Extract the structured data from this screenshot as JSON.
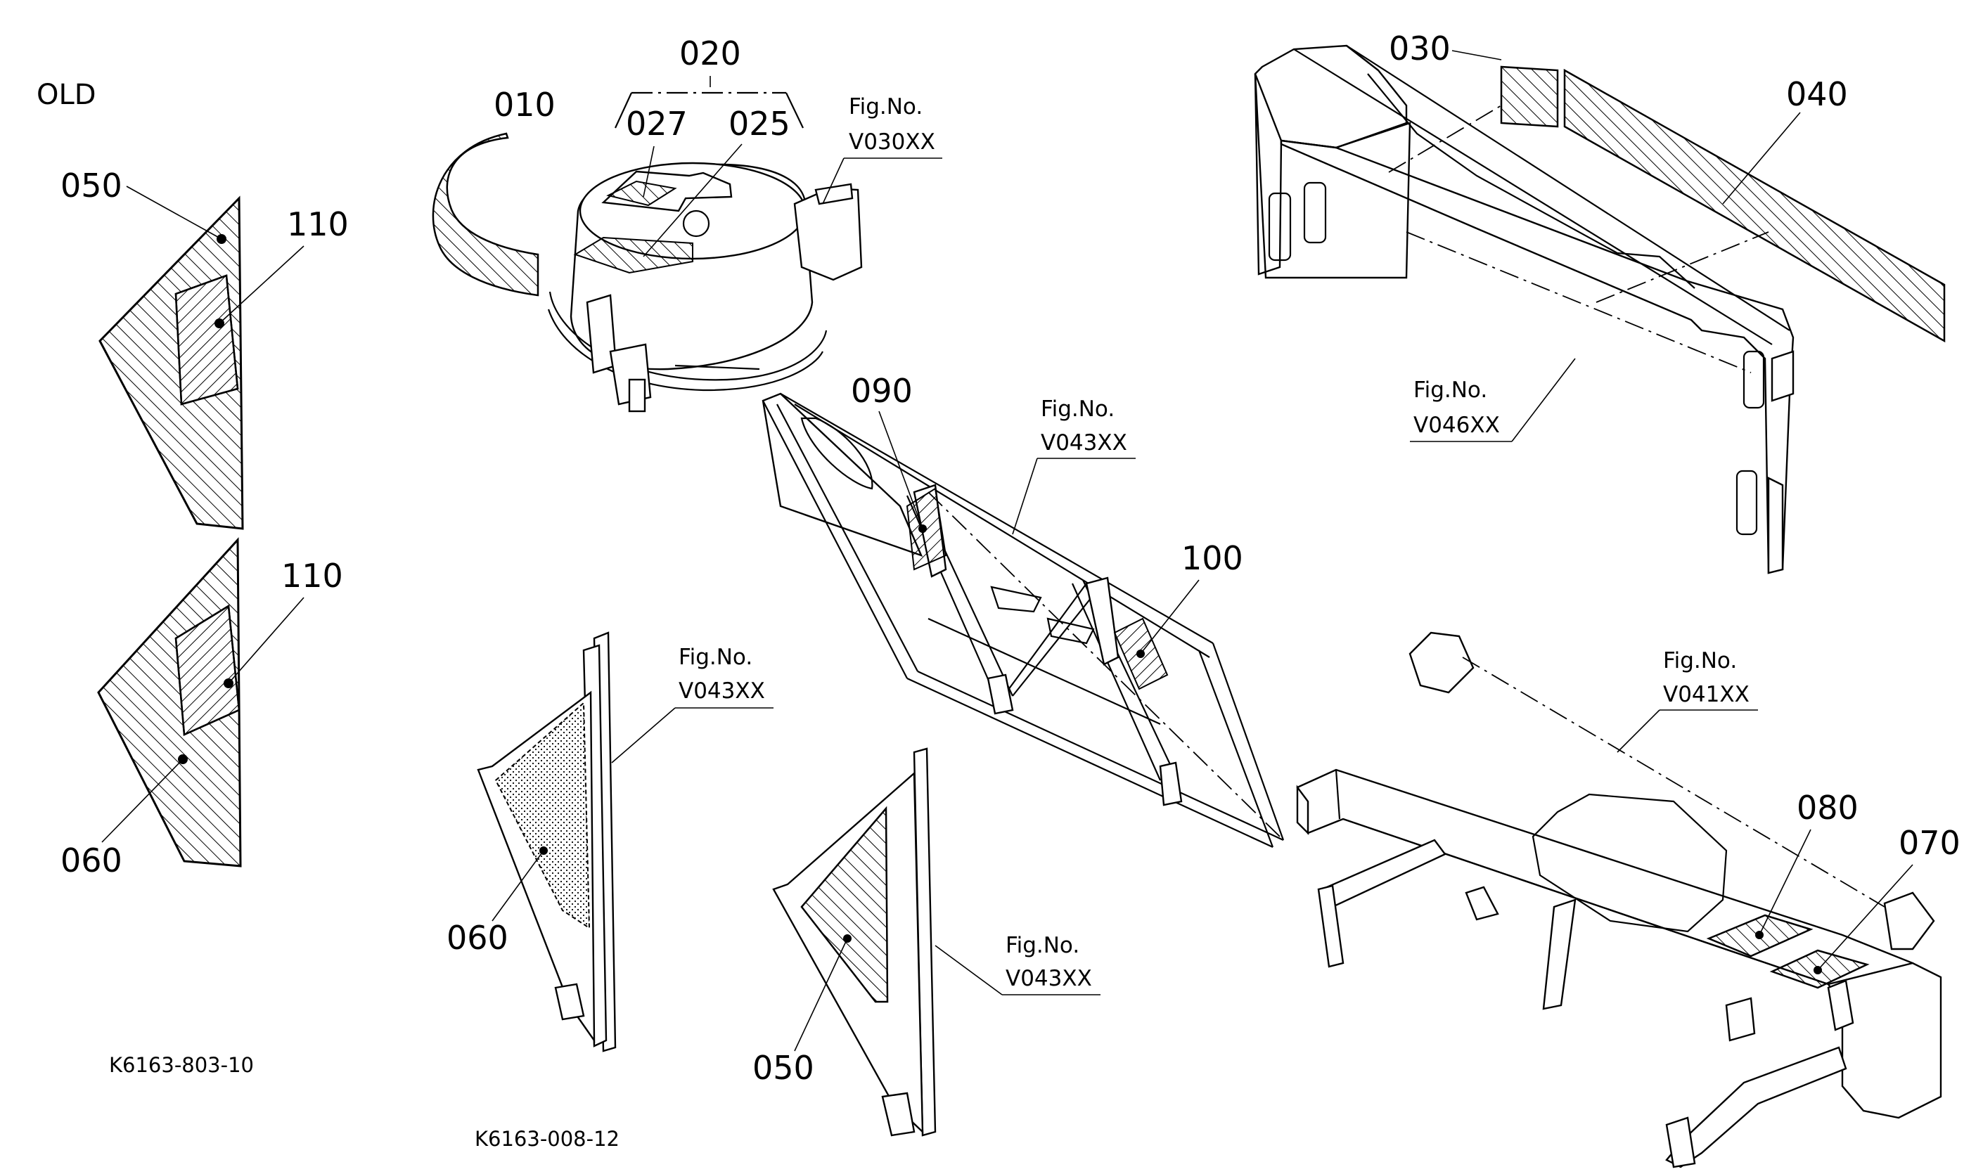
{
  "labels": {
    "old": "OLD",
    "p010": "010",
    "p020": "020",
    "p025": "025",
    "p027": "027",
    "p030": "030",
    "p040": "040",
    "p050_left": "050",
    "p050_bottom": "050",
    "p060_left": "060",
    "p060_bottom": "060",
    "p070": "070",
    "p080": "080",
    "p090": "090",
    "p100": "100",
    "p110_top": "110",
    "p110_bottom": "110"
  },
  "fig_refs": {
    "fig_label": "Fig.No.",
    "v030": "V030XX",
    "v046": "V046XX",
    "v043_mid": "V043XX",
    "v043_left": "V043XX",
    "v043_bottom": "V043XX",
    "v041": "V041XX"
  },
  "drawing_codes": {
    "left": "K6163-803-10",
    "center": "K6163-008-12"
  }
}
